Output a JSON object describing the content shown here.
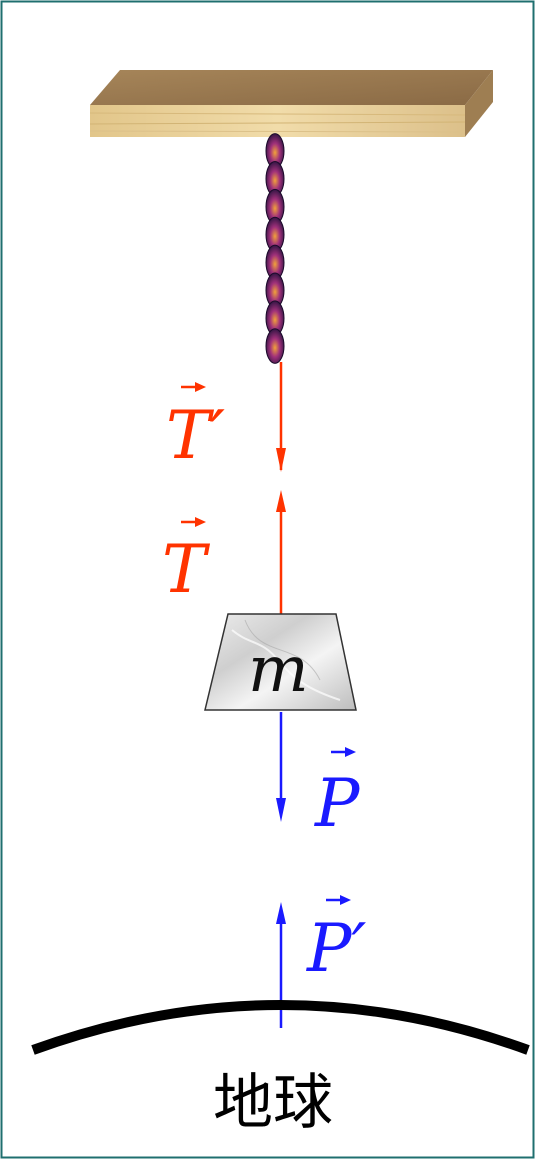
{
  "labels": {
    "tension_reaction": "T′",
    "tension": "T",
    "mass": "m",
    "weight": "P",
    "weight_reaction": "P′",
    "earth": "地球"
  },
  "colors": {
    "tension_color": "#ff3300",
    "weight_color": "#1a1aff",
    "frame_border": "#1f6f6f",
    "ground_color": "#000000",
    "chain_link": "#4a1070",
    "board_top": "#9b7b52",
    "board_front": "#e6cf95"
  },
  "chain": {
    "link_count": 8
  }
}
